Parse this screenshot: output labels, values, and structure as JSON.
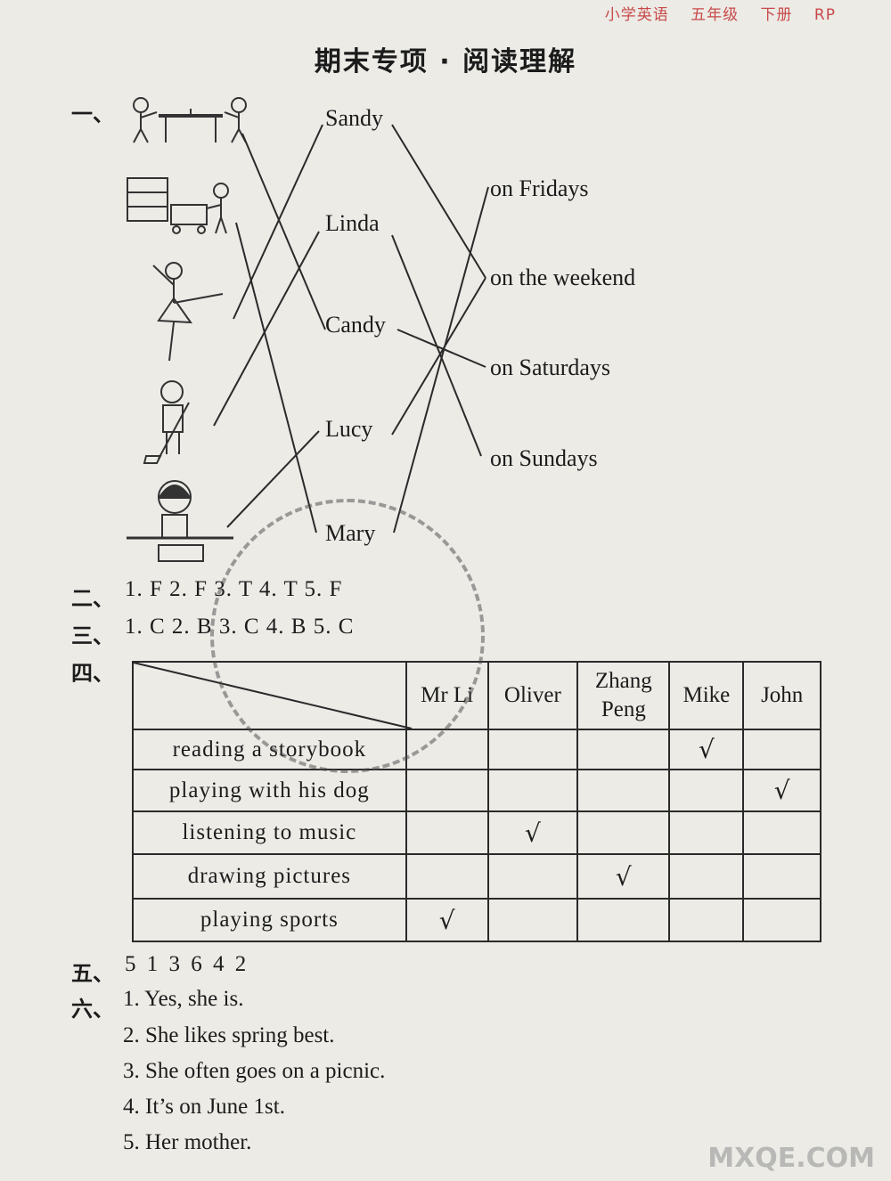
{
  "header": {
    "subject": "小学英语",
    "grade": "五年级",
    "volume": "下册",
    "edition": "RP"
  },
  "title": "期末专项 · 阅读理解",
  "part1": {
    "label": "一、",
    "names": [
      "Sandy",
      "Linda",
      "Candy",
      "Lucy",
      "Mary"
    ],
    "days": [
      "on Fridays",
      "on the weekend",
      "on Saturdays",
      "on Sundays"
    ]
  },
  "part2": {
    "label": "二、",
    "answers": "1. F    2. F    3. T    4. T    5. F"
  },
  "part3": {
    "label": "三、",
    "answers": "1. C    2. B    3. C    4. B    5. C"
  },
  "part4": {
    "label": "四、",
    "columns": [
      "Mr Li",
      "Oliver",
      "Zhang Peng",
      "Mike",
      "John"
    ],
    "rows": [
      {
        "activity": "reading a storybook",
        "checks": [
          "",
          "",
          "",
          "√",
          ""
        ]
      },
      {
        "activity": "playing with his dog",
        "checks": [
          "",
          "",
          "",
          "",
          "√"
        ]
      },
      {
        "activity": "listening to music",
        "checks": [
          "",
          "√",
          "",
          "",
          ""
        ]
      },
      {
        "activity": "drawing pictures",
        "checks": [
          "",
          "",
          "√",
          "",
          ""
        ]
      },
      {
        "activity": "playing sports",
        "checks": [
          "√",
          "",
          "",
          "",
          ""
        ]
      }
    ]
  },
  "part5": {
    "label": "五、",
    "answers": "5    1    3    6    4    2"
  },
  "part6": {
    "label": "六、",
    "answers": [
      "1. Yes, she is.",
      "2. She likes spring best.",
      "3. She often goes on a picnic.",
      "4. It’s on June 1st.",
      "5. Her mother."
    ]
  },
  "watermark": "MXQE.COM"
}
